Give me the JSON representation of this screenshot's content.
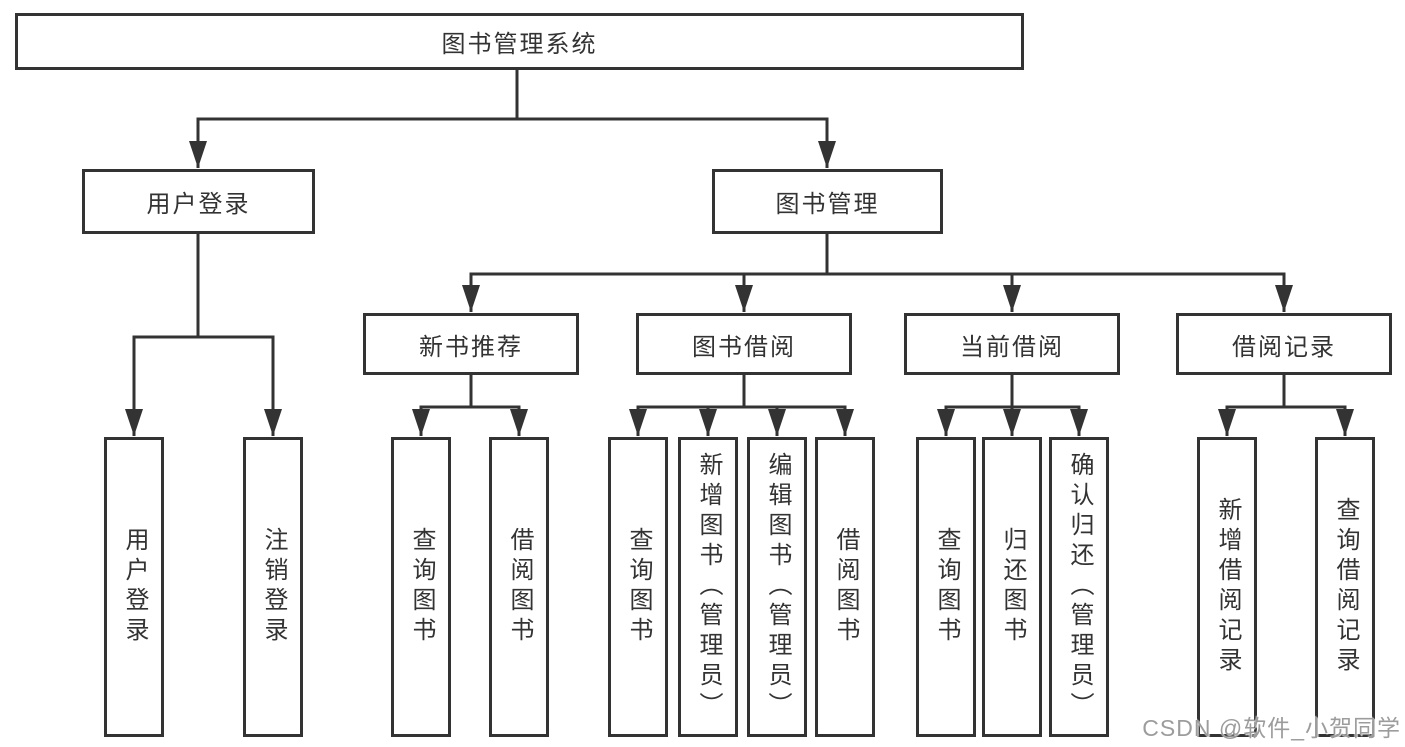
{
  "colors": {
    "stroke": "#333333",
    "box_background": "#ffffff",
    "text": "#333333",
    "watermark": "#9c9c9c"
  },
  "watermark": {
    "text": "CSDN @软件_小贺同学"
  },
  "tree": {
    "root": {
      "label": "图书管理系统",
      "children": [
        {
          "label": "用户登录",
          "children": [
            {
              "label": "用户登录"
            },
            {
              "label": "注销登录"
            }
          ]
        },
        {
          "label": "图书管理",
          "children": [
            {
              "label": "新书推荐",
              "children": [
                {
                  "label": "查询图书"
                },
                {
                  "label": "借阅图书"
                }
              ]
            },
            {
              "label": "图书借阅",
              "children": [
                {
                  "label": "查询图书"
                },
                {
                  "label": "新增图书（管理员）"
                },
                {
                  "label": "编辑图书（管理员）"
                },
                {
                  "label": "借阅图书"
                }
              ]
            },
            {
              "label": "当前借阅",
              "children": [
                {
                  "label": "查询图书"
                },
                {
                  "label": "归还图书"
                },
                {
                  "label": "确认归还（管理员）"
                }
              ]
            },
            {
              "label": "借阅记录",
              "children": [
                {
                  "label": "新增借阅记录"
                },
                {
                  "label": "查询借阅记录"
                }
              ]
            }
          ]
        }
      ]
    }
  }
}
